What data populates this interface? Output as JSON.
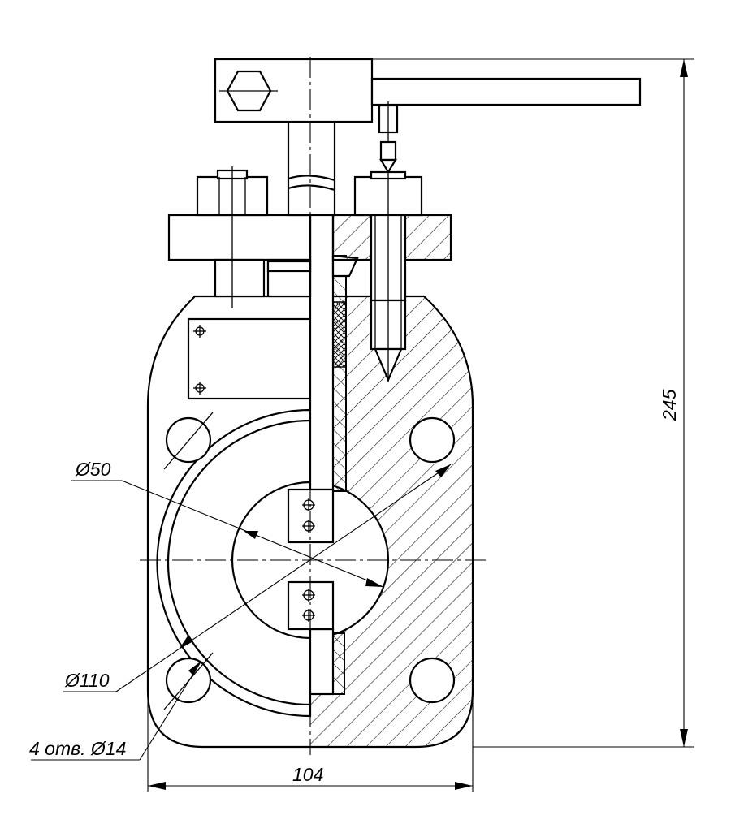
{
  "drawing": {
    "dimensions": {
      "diameter_bore": "Ø50",
      "diameter_outer": "Ø110",
      "holes": "4 отв. Ø14",
      "width": "104",
      "height": "245"
    }
  }
}
